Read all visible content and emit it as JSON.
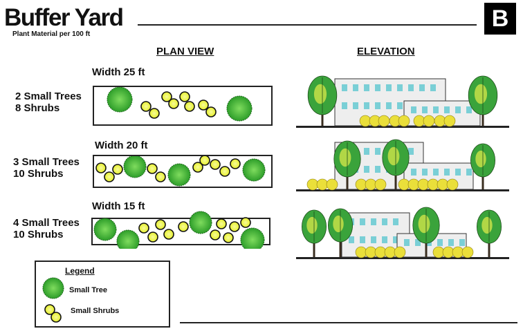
{
  "header": {
    "title": "Buffer Yard",
    "subtitle": "Plant Material per 100 ft",
    "badge": "B"
  },
  "sections": {
    "plan_heading": "PLAN VIEW",
    "elevation_heading": "ELEVATION"
  },
  "options": [
    {
      "width_label": "Width 25 ft",
      "trees_label": "2 Small Trees",
      "shrubs_label": "8 Shrubs",
      "trees": 2,
      "shrubs": 8
    },
    {
      "width_label": "Width 20 ft",
      "trees_label": "3 Small Trees",
      "shrubs_label": "10 Shrubs",
      "trees": 3,
      "shrubs": 10
    },
    {
      "width_label": "Width 15 ft",
      "trees_label": "4 Small Trees",
      "shrubs_label": "10 Shrubs",
      "trees": 4,
      "shrubs": 10
    }
  ],
  "legend": {
    "title": "Legend",
    "tree_label": "Small Tree",
    "shrub_label": "Small Shrubs"
  },
  "colors": {
    "tree": "#2e9e2a",
    "tree_light": "#7fdc5e",
    "shrub": "#e6ef2a",
    "shrub_light": "#f7fb9a",
    "building": "#eeeeee",
    "window": "#5cc7cf",
    "elev_tree": "#3aa33b",
    "elev_tree_light": "#d9e84b",
    "elev_shrub": "#eadf3a"
  }
}
